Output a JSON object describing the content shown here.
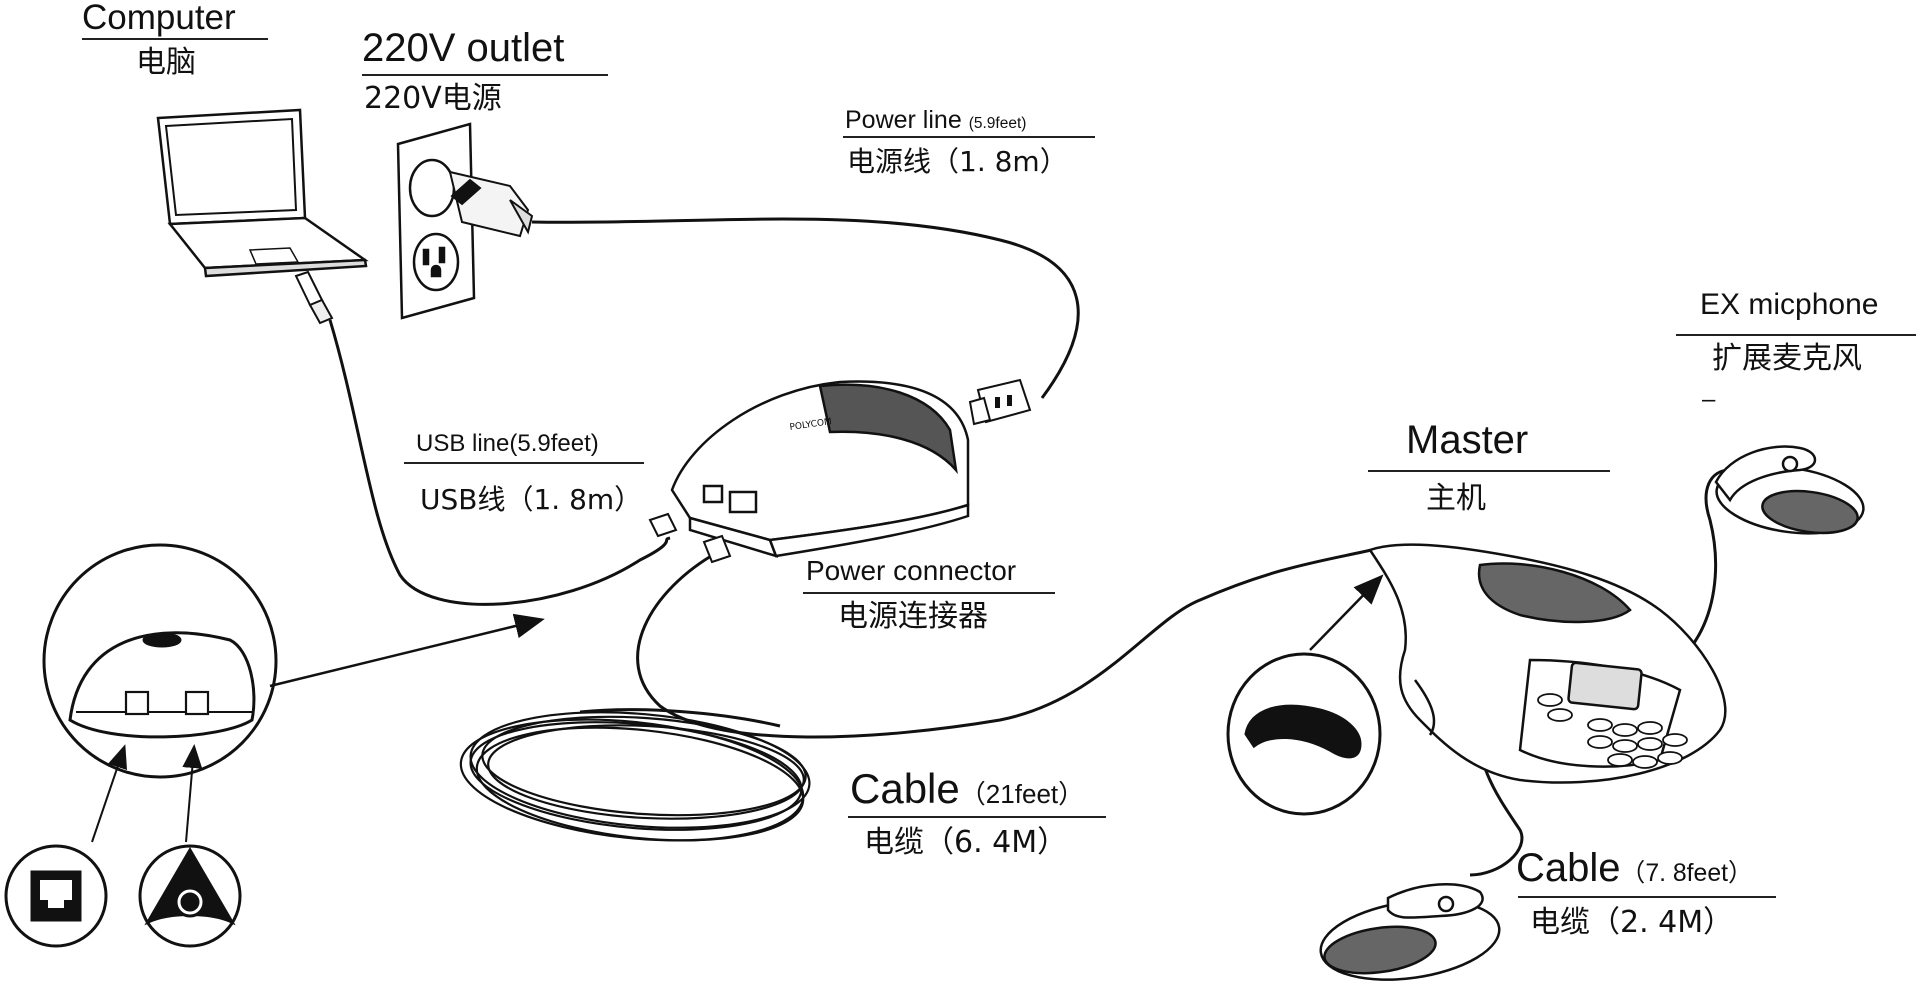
{
  "labels": {
    "computer": {
      "en": "Computer",
      "zh": "电脑"
    },
    "outlet": {
      "en": "220V outlet",
      "zh": "220V电源"
    },
    "power_line": {
      "en": "Power line",
      "en_note": "(5.9feet)",
      "zh": "电源线（1. 8m）"
    },
    "usb_line": {
      "en": "USB line(5.9feet)",
      "zh": "USB线（1. 8m）"
    },
    "power_connector": {
      "en": "Power connector",
      "zh": "电源连接器"
    },
    "cable_main": {
      "en": "Cable",
      "en_note": "（21feet）",
      "zh": "电缆（6. 4M）"
    },
    "ex_mic": {
      "en": "EX micphone",
      "zh": "扩展麦克风",
      "dash": "–"
    },
    "master": {
      "en": "Master",
      "zh": "主机"
    },
    "cable_ext": {
      "en": "Cable",
      "en_note": "（7. 8feet）",
      "zh": "电缆（2. 4M）"
    }
  },
  "icons": {
    "laptop": "laptop-icon",
    "outlet": "wall-outlet-icon",
    "power_box": "power-connector-box-icon",
    "phone": "conference-phone-icon",
    "ext_mic": "extension-microphone-icon",
    "cable_coil": "cable-coil-icon",
    "port_zoom": "port-zoom-icon",
    "rj_jack": "rj-jack-icon",
    "mic_symbol": "microphone-symbol-icon",
    "cable_end": "cable-end-icon"
  }
}
